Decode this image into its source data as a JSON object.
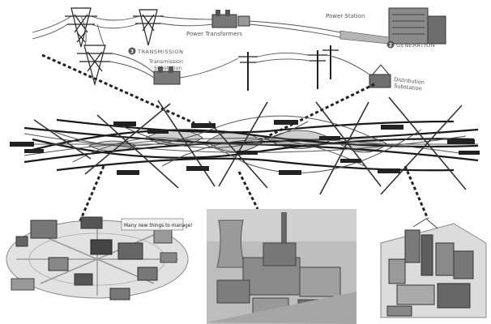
{
  "grid_diagram": {
    "top_section": {
      "labels": {
        "power_transformers": "Power Transformers",
        "power_station": "Power Station",
        "transmission_substation_line1": "Transmission",
        "transmission_substation_line2": "Substation",
        "distribution_substation_line1": "Distribution",
        "distribution_substation_line2": "Substation",
        "transmission_stage": "TRANSMISSION",
        "generation_stage": "GENERATION",
        "transmission_stage_badge": "3",
        "generation_stage_badge": "2"
      }
    },
    "left_photo": {
      "callout": "Many new things to manage!"
    },
    "colors": {
      "line_dark": "#111111",
      "line_mid": "#555555",
      "fill_light": "#d8d8d8",
      "fill_mid": "#9a9a9a",
      "photo_sky": "#bdbdbd"
    }
  }
}
